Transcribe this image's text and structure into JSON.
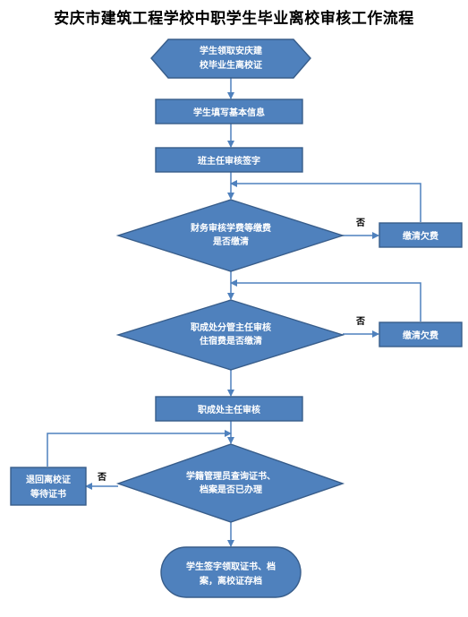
{
  "title": "安庆市建筑工程学校中职学生毕业离校审核工作流程",
  "nodes": {
    "start_l1": "学生领取安庆建",
    "start_l2": "校毕业生离校证",
    "fill_info": "学生填写基本信息",
    "head_teacher": "班主任审核签字",
    "finance_l1": "财务审核学费等缴费",
    "finance_l2": "是否缴清",
    "pay_fees_1": "缴清欠费",
    "dorm_l1": "职成处分管主任审核",
    "dorm_l2": "住宿费是否缴清",
    "pay_fees_2": "缴清欠费",
    "director": "职成处主任审核",
    "registrar_l1": "学籍管理员查询证书、",
    "registrar_l2": "档案是否已办理",
    "return_l1": "退回离校证",
    "return_l2": "等待证书",
    "end_l1": "学生签字领取证书、档",
    "end_l2": "案，离校证存档"
  },
  "branch_no": "否"
}
